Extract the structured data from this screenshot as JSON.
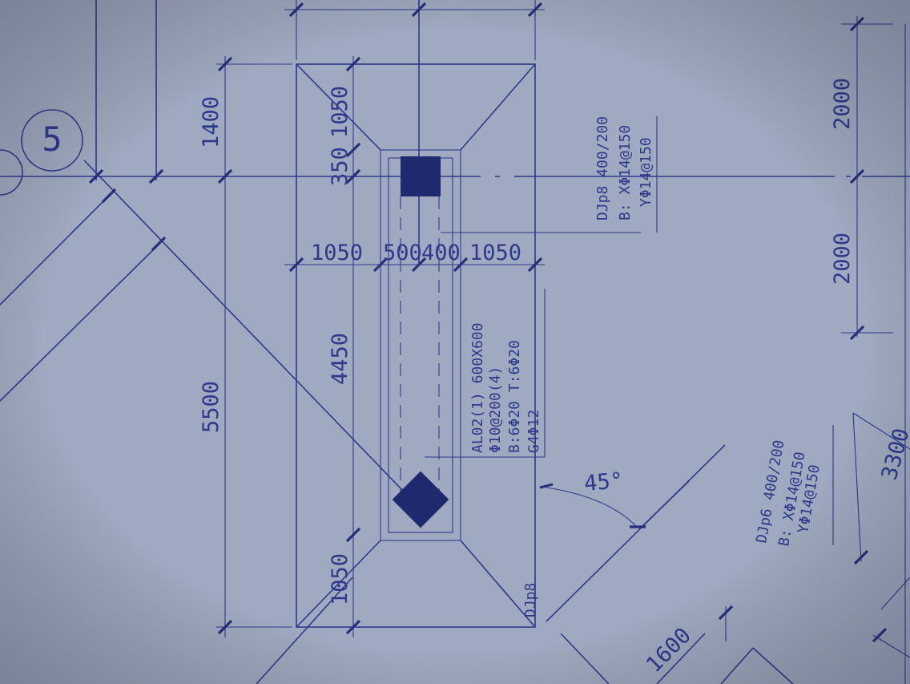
{
  "grid_label": "5",
  "dimensions": {
    "d_1400": "1400",
    "d_1050_top": "1050",
    "d_350": "350",
    "d_5500": "5500",
    "d_4450": "4450",
    "d_1050_bottom": "1050",
    "d_1050_left": "1050",
    "d_500": "500",
    "d_400": "400",
    "d_1050_right": "1050",
    "d_2000_top": "2000",
    "d_2000_bottom": "2000",
    "d_3300": "3300",
    "d_1600": "1600"
  },
  "angle_label": "45°",
  "footing_tag": "DJp8",
  "footing_djp8": {
    "line1": "DJp8 400/200",
    "line2": "B: XΦ14@150",
    "line3": "YΦ14@150"
  },
  "beam_al02": {
    "line1": "AL02(1) 600X600",
    "line2": "Φ10@200(4)",
    "line3": "B:6Φ20 T:6Φ20",
    "line4": "G4Φ12"
  },
  "footing_djp6": {
    "line1": "DJp6 400/200",
    "line2": "B: XΦ14@150",
    "line3": "YΦ14@150"
  },
  "colors": {
    "paper": "#9fa9bf",
    "ink": "#2d3a8c"
  }
}
